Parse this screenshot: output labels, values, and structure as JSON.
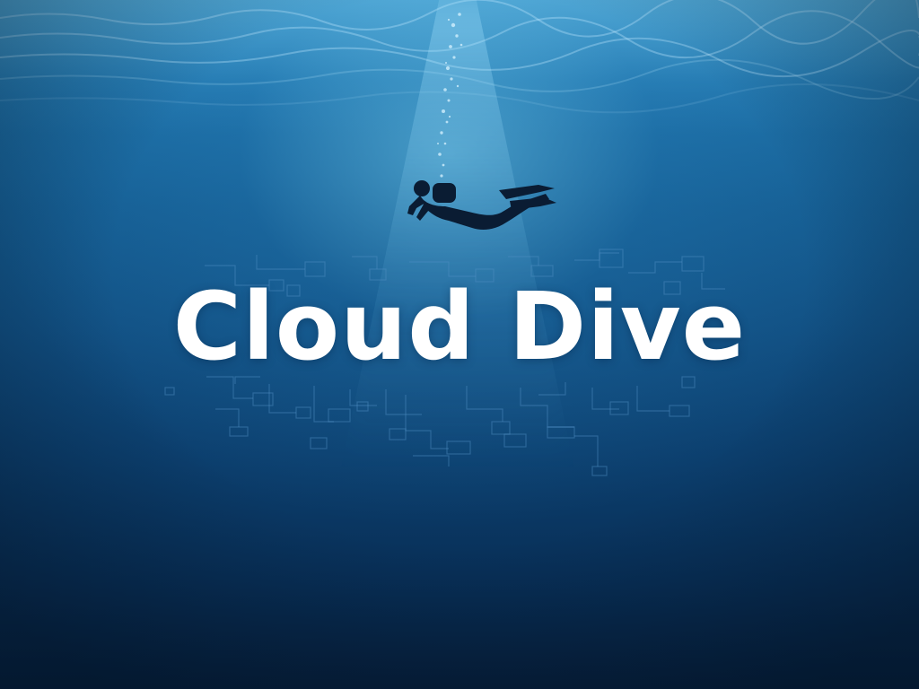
{
  "title": "Cloud Dive",
  "colors": {
    "water_top": "#2f8ec4",
    "water_bottom": "#061f3c",
    "title_text": "#ffffff",
    "circuit_lines": "#4f8fc4",
    "diver_silhouette": "#0a1c33"
  },
  "icons": {
    "diver": "scuba-diver-silhouette",
    "circuit": "circuit-board-pattern"
  }
}
